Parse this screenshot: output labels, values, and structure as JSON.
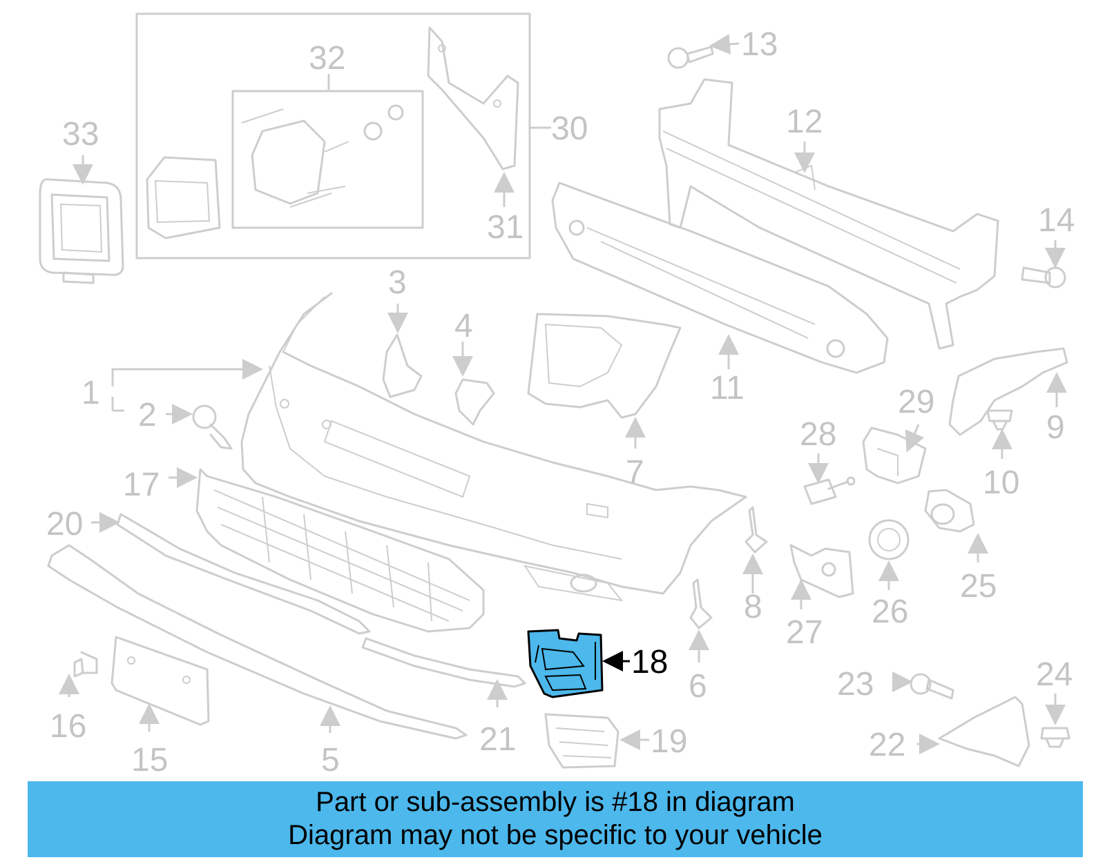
{
  "diagram": {
    "highlight_color": "#4cb8ec",
    "part_line_color": "#cdcdcd",
    "highlighted_part": "18",
    "callouts": [
      "1",
      "2",
      "3",
      "4",
      "5",
      "6",
      "7",
      "8",
      "9",
      "10",
      "11",
      "12",
      "13",
      "14",
      "15",
      "16",
      "17",
      "18",
      "19",
      "20",
      "21",
      "22",
      "23",
      "24",
      "25",
      "26",
      "27",
      "28",
      "29",
      "30",
      "31",
      "32",
      "33"
    ]
  },
  "banner": {
    "background": "#4cb8ec",
    "line1": "Part or sub-assembly is #18 in diagram",
    "line2": "Diagram may not be specific to your vehicle"
  }
}
